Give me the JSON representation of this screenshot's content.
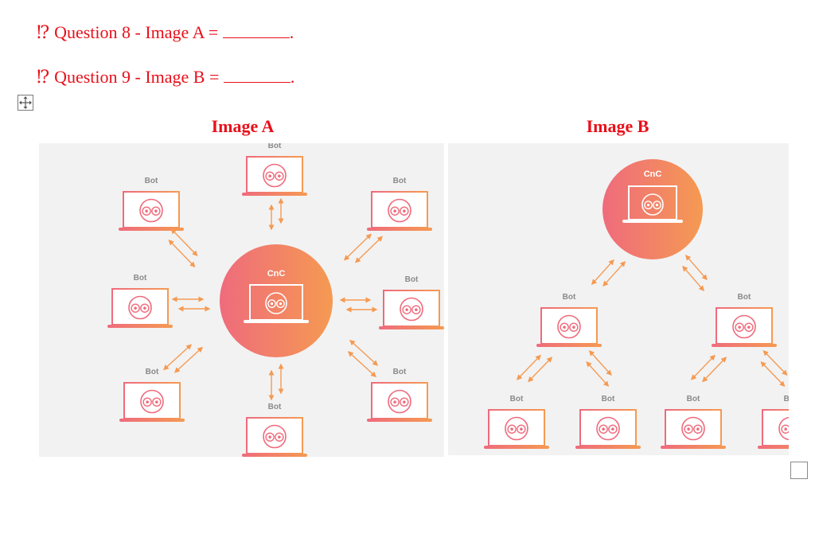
{
  "questions": [
    {
      "icon": "⁉",
      "text": "Question 8 - Image A = ",
      "suffix": "."
    },
    {
      "icon": "⁉",
      "text": "Question 9 - Image B = ",
      "suffix": "."
    }
  ],
  "images": {
    "a": {
      "title": "Image A",
      "center_label": "CnC",
      "bot_label": "Bot"
    },
    "b": {
      "title": "Image B",
      "top_label": "CnC",
      "bot_label": "Bot"
    }
  },
  "colors": {
    "text_red": "#e8101a",
    "grad_start": "#ef6b7c",
    "grad_end": "#f59a52",
    "panel_bg": "#f2f2f2",
    "bot_label": "#8a8a8a"
  }
}
